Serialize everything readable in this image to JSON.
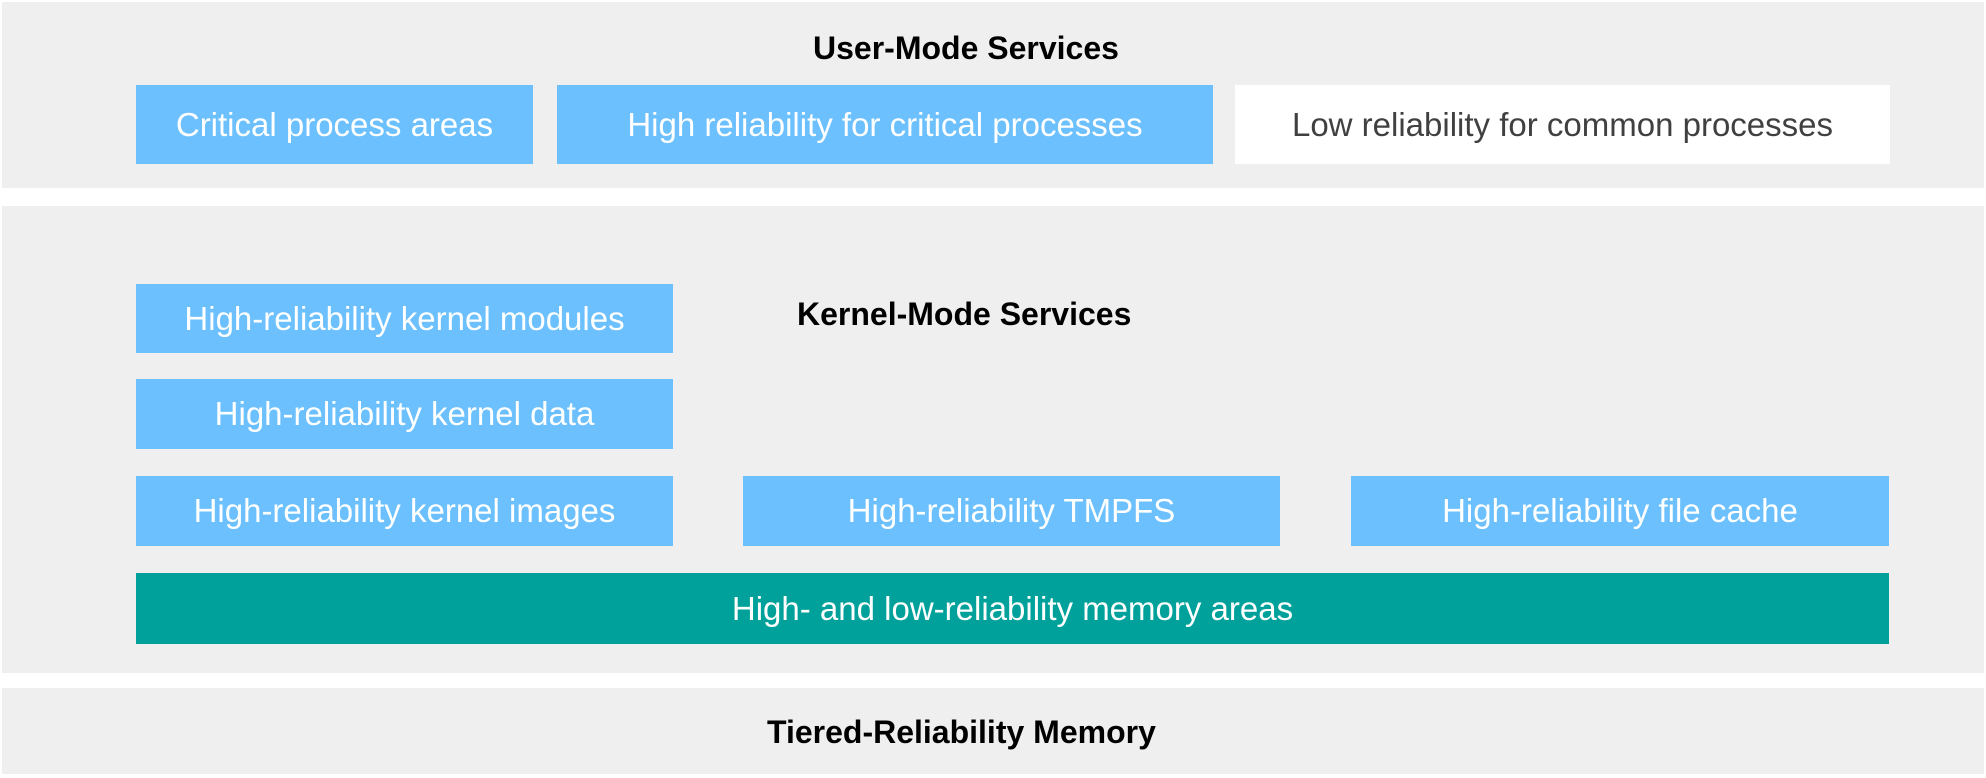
{
  "colors": {
    "panel_background": "#efefef",
    "blue_box": "#6bc0fd",
    "white_box": "#ffffff",
    "teal_bar": "#00a19a",
    "box_text_light": "#ffffff",
    "box_text_dark": "#404040",
    "heading_text": "#000000"
  },
  "user_mode": {
    "title": "User-Mode Services",
    "boxes": [
      "Critical process areas",
      "High reliability for critical processes",
      "Low reliability for common processes"
    ]
  },
  "kernel_mode": {
    "title": "Kernel-Mode Services",
    "boxes": [
      "High-reliability kernel modules",
      "High-reliability kernel data",
      "High-reliability kernel images",
      "High-reliability TMPFS",
      "High-reliability file cache"
    ],
    "memory_bar": "High- and low-reliability memory areas"
  },
  "memory": {
    "title": "Tiered-Reliability Memory"
  }
}
